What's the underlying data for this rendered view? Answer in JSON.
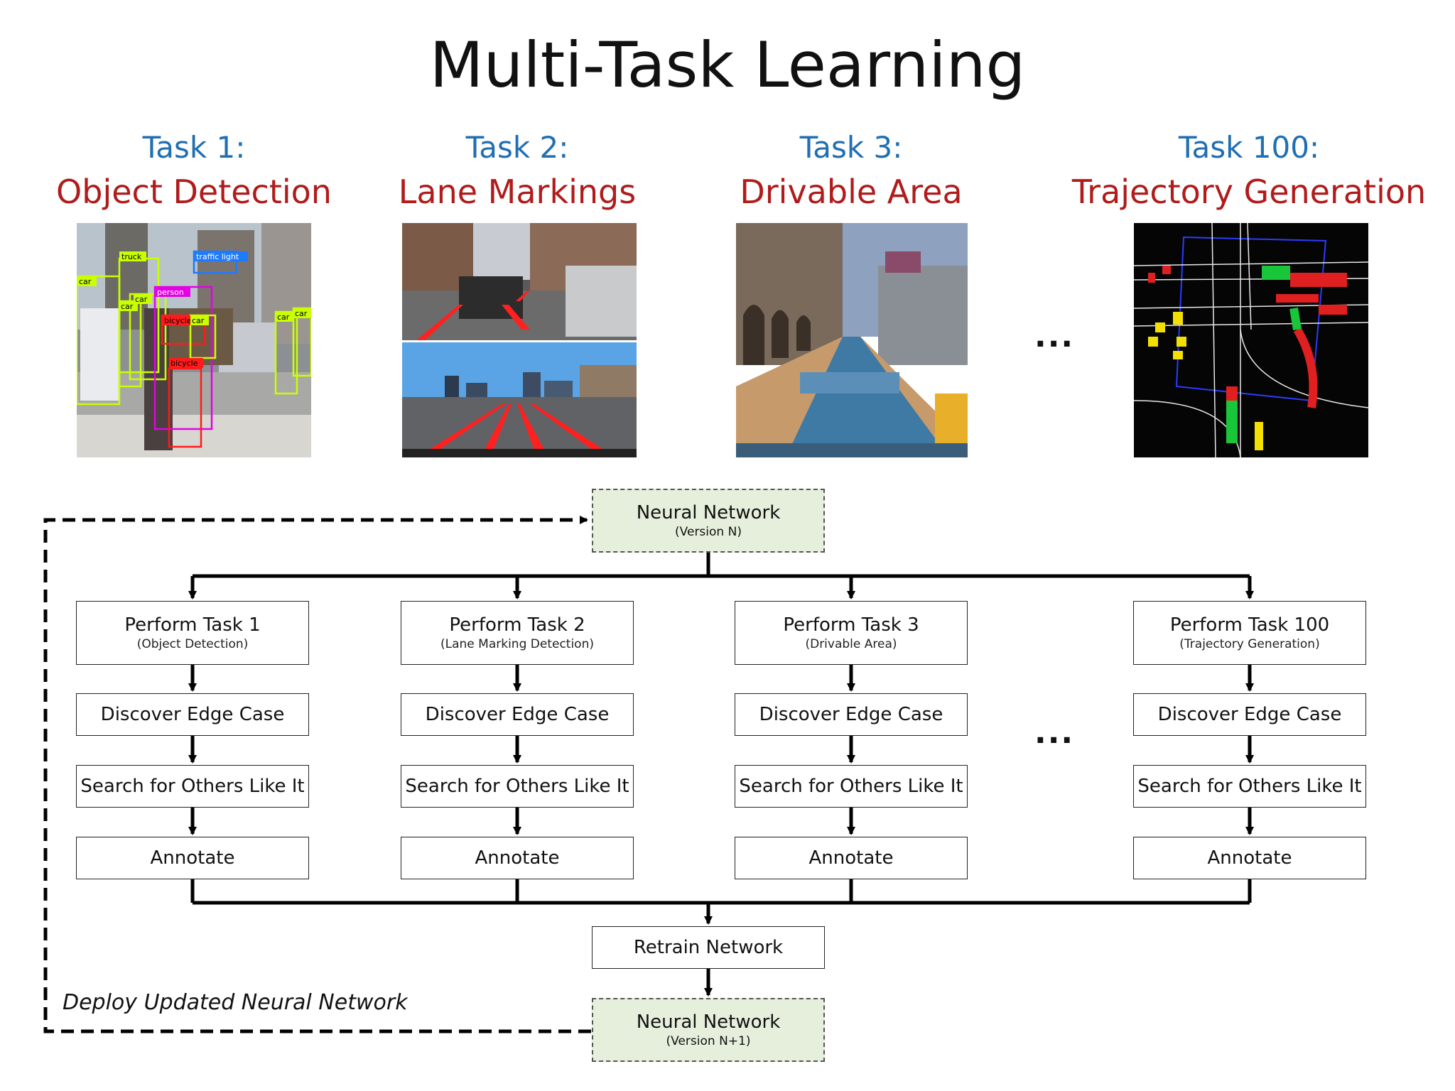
{
  "title": "Multi-Task Learning",
  "tasks": [
    {
      "number": "Task 1:",
      "name": "Object Detection",
      "box": {
        "label": "Perform Task 1",
        "sub": "(Object Detection)"
      }
    },
    {
      "number": "Task 2:",
      "name": "Lane Markings",
      "box": {
        "label": "Perform Task 2",
        "sub": "(Lane Marking Detection)"
      }
    },
    {
      "number": "Task 3:",
      "name": "Drivable Area",
      "box": {
        "label": "Perform Task 3",
        "sub": "(Drivable Area)"
      }
    },
    {
      "number": "Task 100:",
      "name": "Trajectory Generation",
      "box": {
        "label": "Perform Task 100",
        "sub": "(Trajectory Generation)"
      }
    }
  ],
  "ellipsis": "...",
  "steps": {
    "discover": "Discover Edge Case",
    "search": "Search for Others Like It",
    "annotate": "Annotate"
  },
  "detection_labels": [
    "truck",
    "traffic light",
    "car",
    "person",
    "car",
    "car",
    "bicycle",
    "car",
    "car",
    "car",
    "bicycle",
    "car"
  ],
  "nn_top": {
    "label": "Neural Network",
    "sub": "(Version N)"
  },
  "retrain": "Retrain Network",
  "nn_bottom": {
    "label": "Neural Network",
    "sub": "(Version N+1)"
  },
  "deploy_label": "Deploy Updated Neural Network"
}
